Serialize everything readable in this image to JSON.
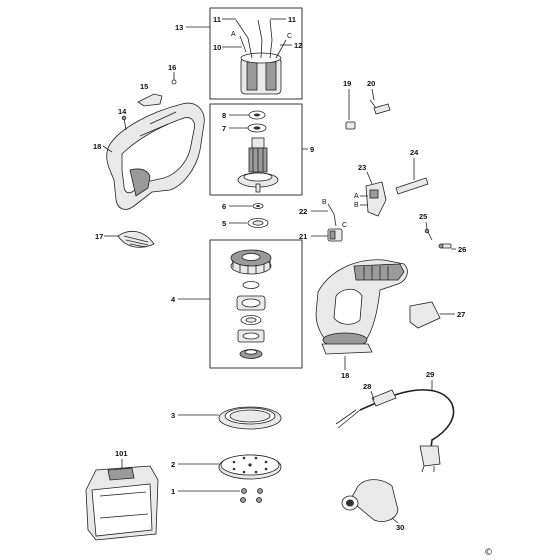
{
  "callouts": {
    "n1": "1",
    "n2": "2",
    "n3": "3",
    "n4": "4",
    "n5": "5",
    "n6": "6",
    "n7": "7",
    "n8": "8",
    "n9": "9",
    "n10": "10",
    "n11a": "11",
    "n11b": "11",
    "n12": "12",
    "n13": "13",
    "n14": "14",
    "n15": "15",
    "n16": "16",
    "n17": "17",
    "n18a": "18",
    "n18b": "18",
    "n19": "19",
    "n20": "20",
    "n21": "21",
    "n22": "22",
    "n23": "23",
    "n24": "24",
    "n25": "25",
    "n26": "26",
    "n27": "27",
    "n28": "28",
    "n29": "29",
    "n30": "30",
    "n101": "101"
  },
  "wire_letters": {
    "a_top": "A",
    "c_top": "C",
    "a_right": "A",
    "b_right": "B",
    "b_left": "B",
    "c_left": "C"
  },
  "copyright": "©"
}
